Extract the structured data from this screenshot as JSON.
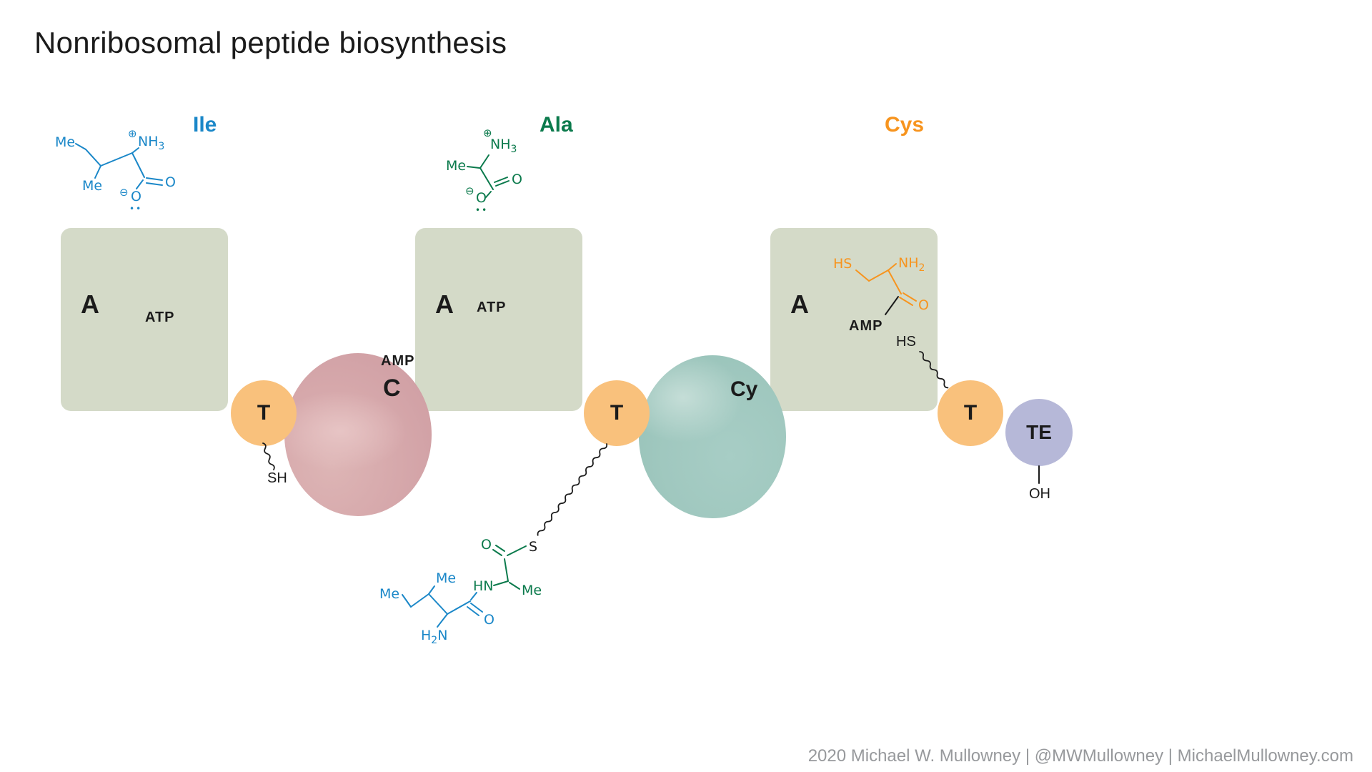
{
  "title": "Nonribosomal peptide biosynthesis",
  "footer": "2020 Michael W. Mullowney | @MWMullowney | MichaelMullowney.com",
  "amino_acids": {
    "ile": {
      "name": "Ile",
      "color": "#1a87c8"
    },
    "ala": {
      "name": "Ala",
      "color": "#0b7a4c"
    },
    "cys": {
      "name": "Cys",
      "color": "#f7941e"
    }
  },
  "domains": {
    "adenylation": "A",
    "thiolation": "T",
    "condensation": "C",
    "cyclization": "Cy",
    "thioesterase": "TE"
  },
  "cofactors": {
    "atp": "ATP",
    "amp": "AMP"
  },
  "chem": {
    "me": "Me",
    "o": "O",
    "s": "S",
    "sh": "SH",
    "hs": "HS",
    "oh": "OH",
    "hn": "HN",
    "nh": "NH",
    "h": "H",
    "n": "N",
    "sub2": "2",
    "sub3": "3",
    "plus_charge": "⊕",
    "minus_charge": "⊖",
    "lone_pair": "••"
  },
  "colors": {
    "module_fill": "#d4dac8",
    "t_domain_fill": "#f9c17c",
    "c_domain_fill": "#d6a8ab",
    "cy_domain_fill": "#a0c8bf",
    "te_domain_fill": "#b6b8d8",
    "ile_blue": "#1a87c8",
    "ala_green": "#0b7a4c",
    "cys_orange": "#f7941e",
    "text": "#1b1b1b",
    "footer_gray": "#97999c"
  }
}
